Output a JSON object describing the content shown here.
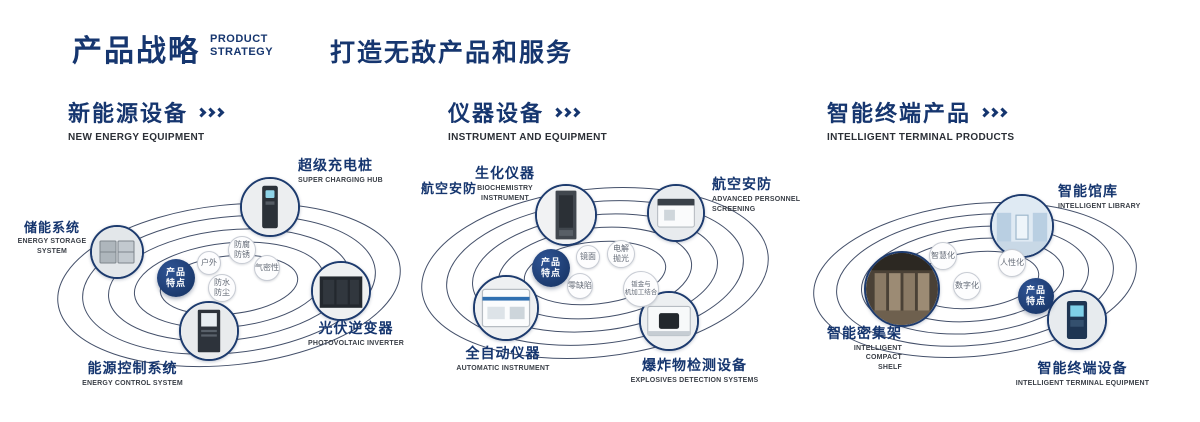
{
  "colors": {
    "accent": "#16366f",
    "orbit_line": "#44506a",
    "hub_bg": "#1b3a6e"
  },
  "header": {
    "title_cn": "产品战略",
    "title_en": [
      "PRODUCT",
      "STRATEGY"
    ],
    "slogan": "打造无敌产品和服务"
  },
  "sections": [
    {
      "title_cn": "新能源设备",
      "title_en": "NEW ENERGY EQUIPMENT",
      "center_label": [
        "产品",
        "特点"
      ],
      "features": [
        {
          "lines": [
            "户外"
          ]
        },
        {
          "lines": [
            "防腐",
            "防锈"
          ]
        },
        {
          "lines": [
            "气密性"
          ]
        },
        {
          "lines": [
            "防水",
            "防尘"
          ]
        }
      ],
      "products": [
        {
          "cn": "储能系统",
          "en": [
            "ENERGY STORAGE",
            "SYSTEM"
          ]
        },
        {
          "cn": "超级充电桩",
          "en": [
            "SUPER CHARGING HUB"
          ]
        },
        {
          "cn": "光伏逆变器",
          "en": [
            "PHOTOVOLTAIC INVERTER"
          ]
        },
        {
          "cn": "能源控制系统",
          "en": [
            "ENERGY CONTROL SYSTEM"
          ]
        }
      ]
    },
    {
      "title_cn": "仪器设备",
      "title_en": "INSTRUMENT AND EQUIPMENT",
      "extra_label": "航空安防",
      "center_label": [
        "产品",
        "特点"
      ],
      "features": [
        {
          "lines": [
            "镜面"
          ]
        },
        {
          "lines": [
            "电解",
            "抛光"
          ]
        },
        {
          "lines": [
            "零缺陷"
          ]
        },
        {
          "lines": [
            "钣金与",
            "机加工结合"
          ]
        }
      ],
      "products": [
        {
          "cn": "生化仪器",
          "en": [
            "BIOCHEMISTRY",
            "INSTRUMENT"
          ]
        },
        {
          "cn": "航空安防",
          "en": [
            "ADVANCED PERSONNEL",
            "SCREENING"
          ]
        },
        {
          "cn": "全自动仪器",
          "en": [
            "AUTOMATIC INSTRUMENT"
          ]
        },
        {
          "cn": "爆炸物检测设备",
          "en": [
            "EXPLOSIVES DETECTION SYSTEMS"
          ]
        }
      ]
    },
    {
      "title_cn": "智能终端产品",
      "title_en": "INTELLIGENT TERMINAL PRODUCTS",
      "center_label": [
        "产品",
        "特点"
      ],
      "features": [
        {
          "lines": [
            "智慧化"
          ]
        },
        {
          "lines": [
            "人性化"
          ]
        },
        {
          "lines": [
            "数字化"
          ]
        }
      ],
      "products": [
        {
          "cn": "智能馆库",
          "en": [
            "INTELLIGENT LIBRARY"
          ]
        },
        {
          "cn": "智能密集架",
          "en": [
            "INTELLIGENT COMPACT",
            "SHELF"
          ]
        },
        {
          "cn": "智能终端设备",
          "en": [
            "INTELLIGENT TERMINAL EQUIPMENT"
          ]
        }
      ]
    }
  ]
}
